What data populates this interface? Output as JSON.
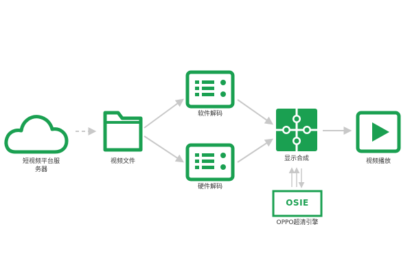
{
  "colors": {
    "primary": "#1aa051",
    "primary_dark": "#128a44",
    "arrow": "#c8c8c8",
    "text": "#333333"
  },
  "nodes": {
    "server": {
      "label_line1": "短视频平台服",
      "label_line2": "务器",
      "icon": "cloud-icon"
    },
    "video_file": {
      "label": "视频文件",
      "icon": "folder-icon"
    },
    "software_decode": {
      "label": "软件解码",
      "icon": "server-rack-icon"
    },
    "hardware_decode": {
      "label": "硬件解码",
      "icon": "server-rack-icon"
    },
    "display_compose": {
      "label": "显示合成",
      "icon": "puzzle-icon"
    },
    "osie": {
      "box_text": "OSIE",
      "label": "OPPO超清引擎"
    },
    "video_play": {
      "label": "视频播放",
      "icon": "play-icon"
    }
  }
}
